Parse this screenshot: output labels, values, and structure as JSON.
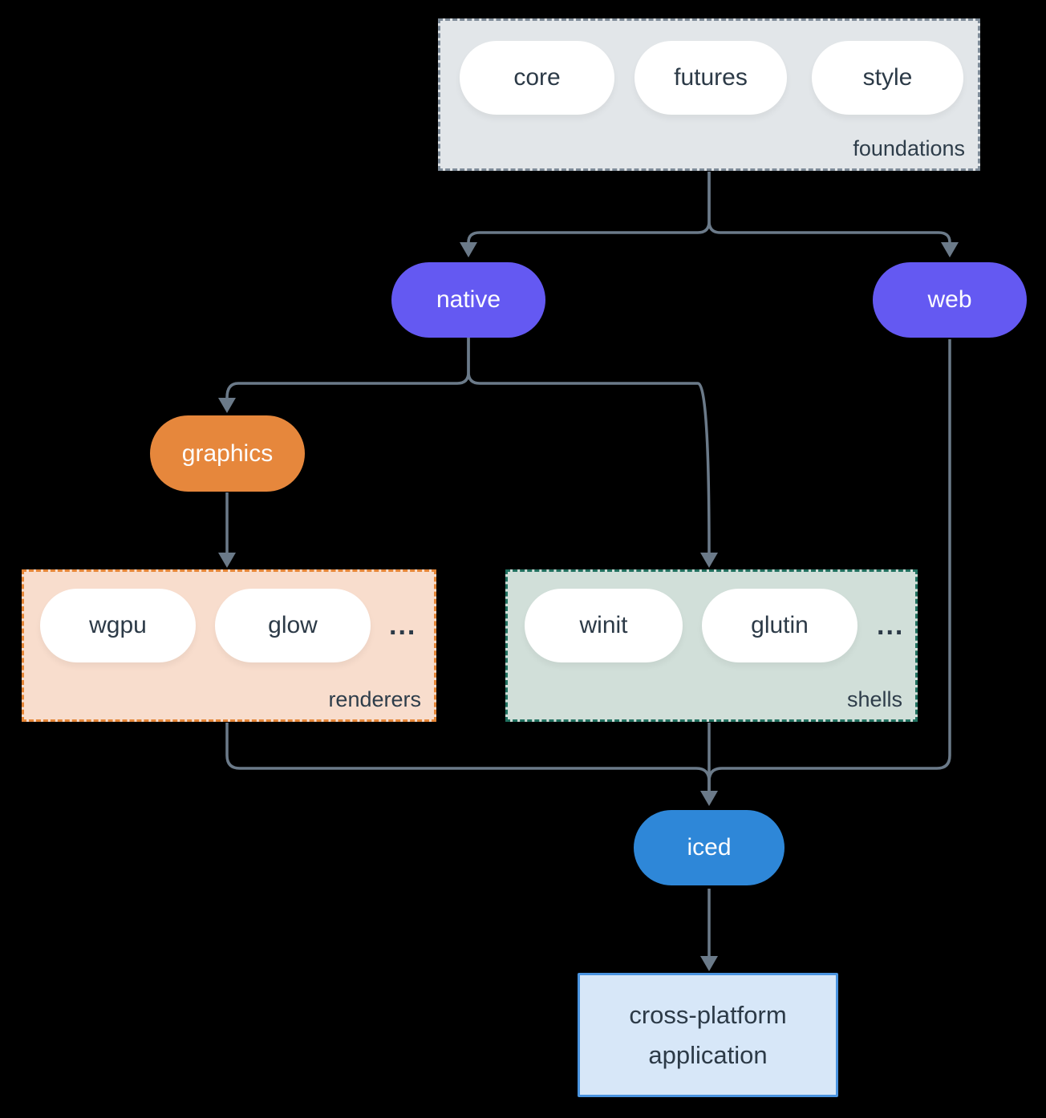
{
  "diagram": {
    "foundations": {
      "label": "foundations",
      "items": [
        "core",
        "futures",
        "style"
      ]
    },
    "native": {
      "label": "native"
    },
    "web": {
      "label": "web"
    },
    "graphics": {
      "label": "graphics"
    },
    "renderers": {
      "label": "renderers",
      "items": [
        "wgpu",
        "glow"
      ],
      "more": "..."
    },
    "shells": {
      "label": "shells",
      "items": [
        "winit",
        "glutin"
      ],
      "more": "..."
    },
    "iced": {
      "label": "iced"
    },
    "application": {
      "line1": "cross-platform",
      "line2": "application"
    },
    "colors": {
      "background": "#000000",
      "edge": "#6b7a89",
      "purple": "#6459f2",
      "orange": "#e6873c",
      "blue": "#2e87d8",
      "foundations_fill": "#e2e6e9",
      "foundations_border": "#7e8b98",
      "renderers_fill": "#f8ddcd",
      "renderers_border": "#e58637",
      "shells_fill": "#d1dfd9",
      "shells_border": "#20705f",
      "app_fill": "#d7e7f8",
      "app_border": "#4a94e0",
      "text_dark": "#2c3a47"
    }
  }
}
